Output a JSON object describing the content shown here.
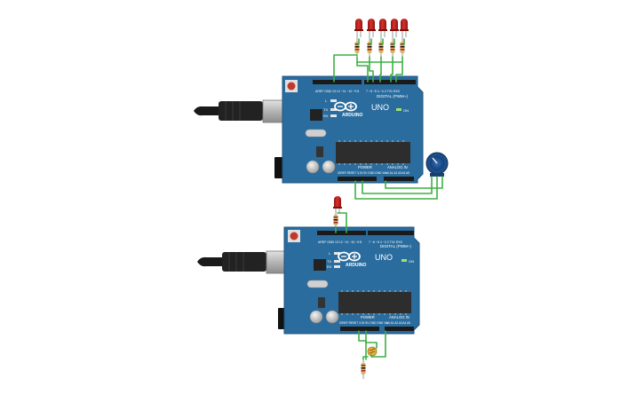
{
  "boards": [
    {
      "logo": "ARDUINO",
      "model": "UNO",
      "digital_label": "DIGITAL (PWM~)",
      "power_label": "POWER",
      "analog_label": "ANALOG IN",
      "on_label": "ON",
      "tx_label": "TX",
      "rx_label": "RX",
      "l_label": "L",
      "aref_label": "AREF",
      "gnd_label": "GND"
    },
    {
      "logo": "ARDUINO",
      "model": "UNO",
      "digital_label": "DIGITAL (PWM~)",
      "power_label": "POWER",
      "analog_label": "ANALOG IN",
      "on_label": "ON",
      "tx_label": "TX",
      "rx_label": "RX",
      "l_label": "L",
      "aref_label": "AREF",
      "gnd_label": "GND"
    }
  ],
  "colors": {
    "board": "#2a6c9e",
    "board_edge": "#1f557d",
    "wire": "#3cb043",
    "led": "#c0201c",
    "resistor": "#d7b46a",
    "usb_metal": "#b9b9b9",
    "chip": "#2d2d2d",
    "pot": "#1c4e8a"
  },
  "icons": [
    "arduino-infinity-logo",
    "reset-button-icon",
    "usb-plug-icon",
    "power-jack-icon"
  ]
}
